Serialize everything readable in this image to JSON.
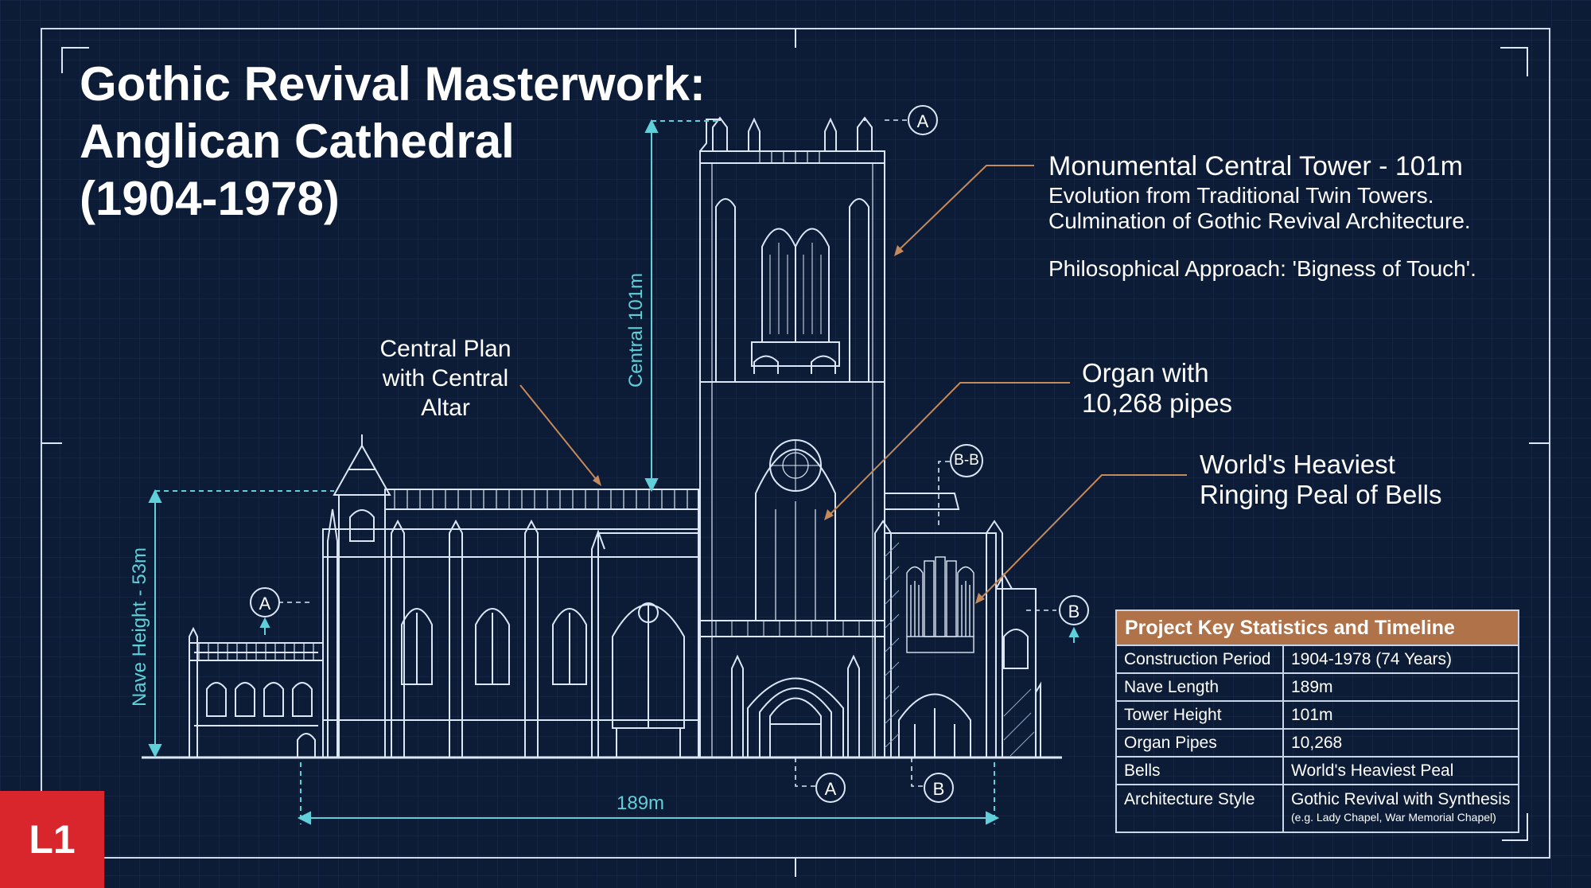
{
  "title": [
    "Gothic Revival Masterwork:",
    "Anglican Cathedral",
    "(1904-1978)"
  ],
  "annotations": {
    "tower": {
      "heading": "Monumental Central Tower - 101m",
      "lines": [
        "Evolution from Traditional Twin Towers.",
        "Culmination of Gothic Revival Architecture."
      ],
      "philosophy": "Philosophical Approach: 'Bigness of Touch'."
    },
    "central_plan": [
      "Central Plan",
      "with Central",
      "Altar"
    ],
    "organ": [
      "Organ with",
      "10,268 pipes"
    ],
    "bells": [
      "World's Heaviest",
      "Ringing Peal of Bells"
    ]
  },
  "dimensions": {
    "central": "Central 101m",
    "nave": "Nave Height - 53m",
    "length": "189m"
  },
  "section_markers": {
    "a": "A",
    "b": "B",
    "bb": "B-B"
  },
  "stats_table": {
    "title": "Project Key Statistics and Timeline",
    "rows": [
      {
        "label": "Construction Period",
        "value": "1904-1978 (74 Years)"
      },
      {
        "label": "Nave Length",
        "value": "189m"
      },
      {
        "label": "Tower Height",
        "value": "101m"
      },
      {
        "label": "Organ Pipes",
        "value": "10,268"
      },
      {
        "label": "Bells",
        "value": "World's Heaviest Peal"
      },
      {
        "label": "Architecture Style",
        "value": "Gothic Revival with Synthesis",
        "note": "(e.g. Lady Chapel, War Memorial Chapel)"
      }
    ]
  },
  "badge": "L1",
  "colors": {
    "background": "#0c1b36",
    "line": "#dce7f5",
    "dimension": "#5fd0d9",
    "leader": "#c58a5b",
    "table_header": "#b07248",
    "badge": "#d9262c"
  }
}
